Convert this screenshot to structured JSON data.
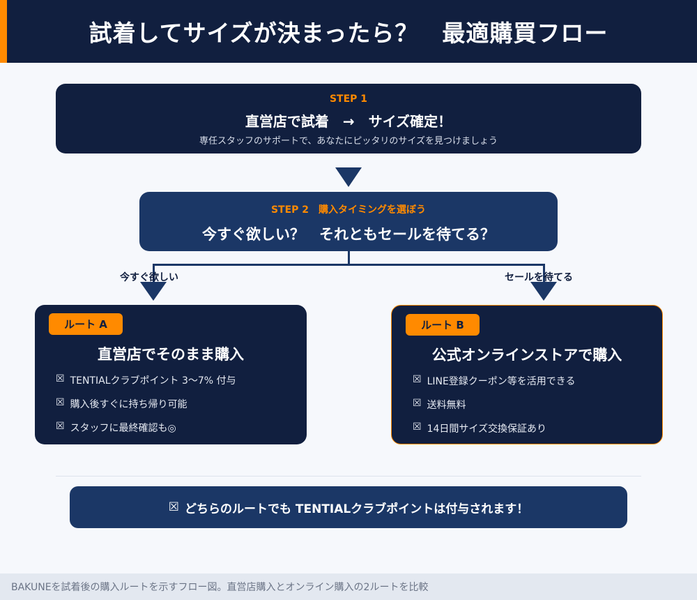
{
  "header": {
    "title": "試着してサイズが決まったら？　最適購買フロー"
  },
  "step1": {
    "label": "STEP 1",
    "title": "直営店で試着　→　サイズ確定！",
    "subtitle": "専任スタッフのサポートで、あなたにピッタリのサイズを見つけましょう"
  },
  "step2": {
    "label": "STEP 2　購入タイミングを選ぼう",
    "title": "今すぐ欲しい？　それともセールを待てる？"
  },
  "branches": {
    "left": "今すぐ欲しい",
    "right": "セールを待てる"
  },
  "routes": [
    {
      "badge": "ルート A",
      "title": "直営店でそのまま購入",
      "items": [
        "TENTIALクラブポイント 3〜7% 付与",
        "購入後すぐに持ち帰り可能",
        "スタッフに最終確認も◎"
      ]
    },
    {
      "badge": "ルート B",
      "title": "公式オンラインストアで購入",
      "items": [
        "LINE登録クーポン等を活用できる",
        "送料無料",
        "14日間サイズ交換保証あり"
      ]
    }
  ],
  "bullet_glyph": "☒",
  "banner": {
    "icon": "☒",
    "text": "どちらのルートでも TENTIALクラブポイントは付与されます！"
  },
  "footer": {
    "caption": "BAKUNEを試着後の購入ルートを示すフロー図。直営店購入とオンライン購入の2ルートを比較"
  },
  "colors": {
    "navy": "#111f3f",
    "blue": "#1b3766",
    "accent": "#ff8a00"
  }
}
